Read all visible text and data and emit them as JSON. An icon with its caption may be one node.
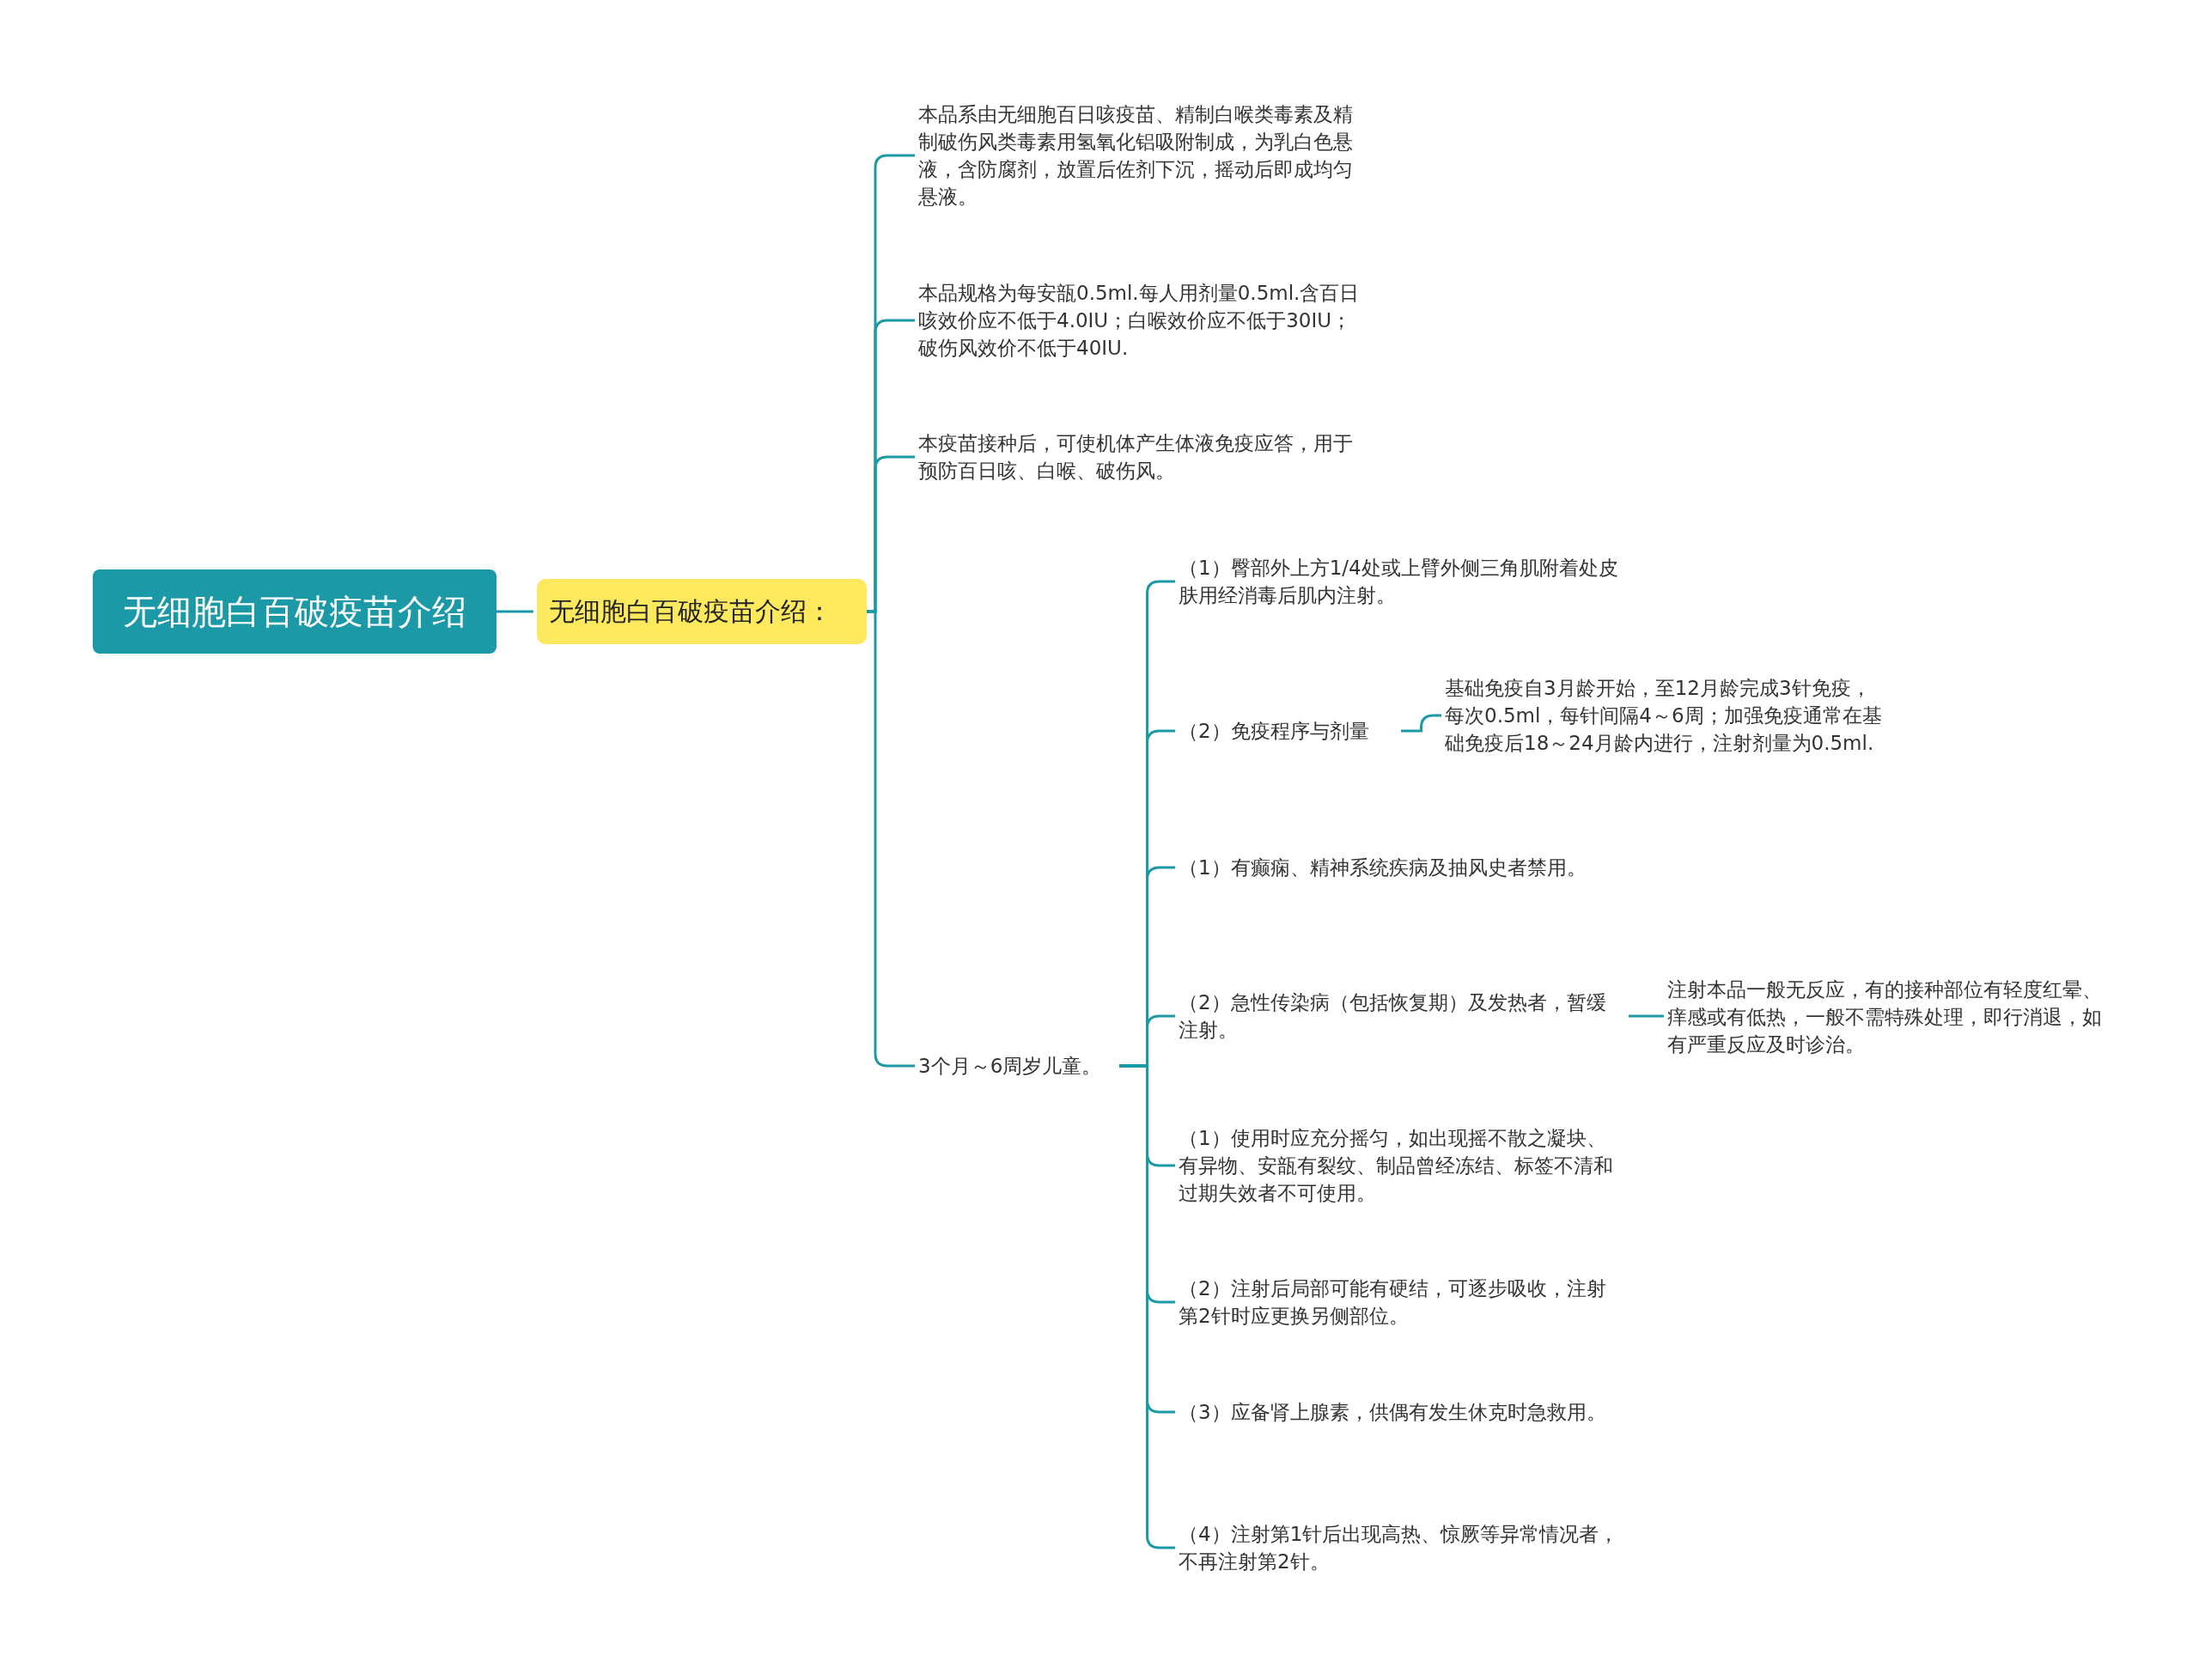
{
  "diagram": {
    "nodes": [
      {
        "text": [
          "无细胞白百破疫苗介绍"
        ]
      },
      {
        "text": [
          "无细胞白百破疫苗介绍："
        ]
      },
      {
        "text": [
          "本品系由无细胞百日咳疫苗、精制白喉类毒素及精制破伤风类毒素用氢氧化铝吸附制成，为乳白色悬液，含防腐剂，放置后佐剂下沉，摇动后即成均匀悬液。"
        ]
      },
      {
        "text": [
          "本品规格为每安瓿0.5ml.每人用剂量0.5ml.含百日咳效价应不低于4.0IU；白喉效价应不低于30IU；破伤风效价不低于40IU."
        ]
      },
      {
        "text": [
          "本疫苗接种后，可使机体产生体液免疫应答，用于预防百日咳、白喉、破伤风。"
        ]
      },
      {
        "text": [
          "3个月～6周岁儿童。"
        ]
      },
      {
        "text": [
          "（1）臀部外上方1/4处或上臂外侧三角肌附着处皮肤用经消毒后肌内注射。"
        ]
      },
      {
        "text": [
          "（2）免疫程序与剂量"
        ]
      },
      {
        "text": [
          "基础免疫自3月龄开始，至12月龄完成3针免疫，每次0.5ml，每针间隔4～6周；加强免疫通常在基础免疫后18～24月龄内进行，注射剂量为0.5ml."
        ]
      },
      {
        "text": [
          "（1）有癫痫、精神系统疾病及抽风史者禁用。"
        ]
      },
      {
        "text": [
          "（2）急性传染病（包括恢复期）及发热者，暂缓注射。"
        ]
      },
      {
        "text": [
          "注射本品一般无反应，有的接种部位有轻度红晕、痒感或有低热，一般不需特殊处理，即行消退，如有严重反应及时诊治。"
        ]
      },
      {
        "text": [
          "（1）使用时应充分摇匀，如出现摇不散之凝块、有异物、安瓿有裂纹、制品曾经冻结、标签不清和过期失效者不可使用。"
        ]
      },
      {
        "text": [
          "（2）注射后局部可能有硬结，可逐步吸收，注射第2针时应更换另侧部位。"
        ]
      },
      {
        "text": [
          "（3）应备肾上腺素，供偶有发生休克时急救用。"
        ]
      },
      {
        "text": [
          "（4）注射第1针后出现高热、惊厥等异常情况者，不再注射第2针。"
        ]
      }
    ],
    "edges": [
      {
        "from": 0,
        "to": 1,
        "arrow": "none"
      },
      {
        "from": 1,
        "to": 2,
        "arrow": "none"
      },
      {
        "from": 1,
        "to": 3,
        "arrow": "none"
      },
      {
        "from": 1,
        "to": 4,
        "arrow": "none"
      },
      {
        "from": 1,
        "to": 5,
        "arrow": "none"
      },
      {
        "from": 5,
        "to": 6,
        "arrow": "none"
      },
      {
        "from": 5,
        "to": 7,
        "arrow": "none"
      },
      {
        "from": 7,
        "to": 8,
        "arrow": "none"
      },
      {
        "from": 5,
        "to": 9,
        "arrow": "none"
      },
      {
        "from": 5,
        "to": 10,
        "arrow": "none"
      },
      {
        "from": 10,
        "to": 11,
        "arrow": "none"
      },
      {
        "from": 5,
        "to": 12,
        "arrow": "none"
      },
      {
        "from": 5,
        "to": 13,
        "arrow": "none"
      },
      {
        "from": 5,
        "to": 14,
        "arrow": "none"
      },
      {
        "from": 5,
        "to": 15,
        "arrow": "none"
      }
    ]
  }
}
